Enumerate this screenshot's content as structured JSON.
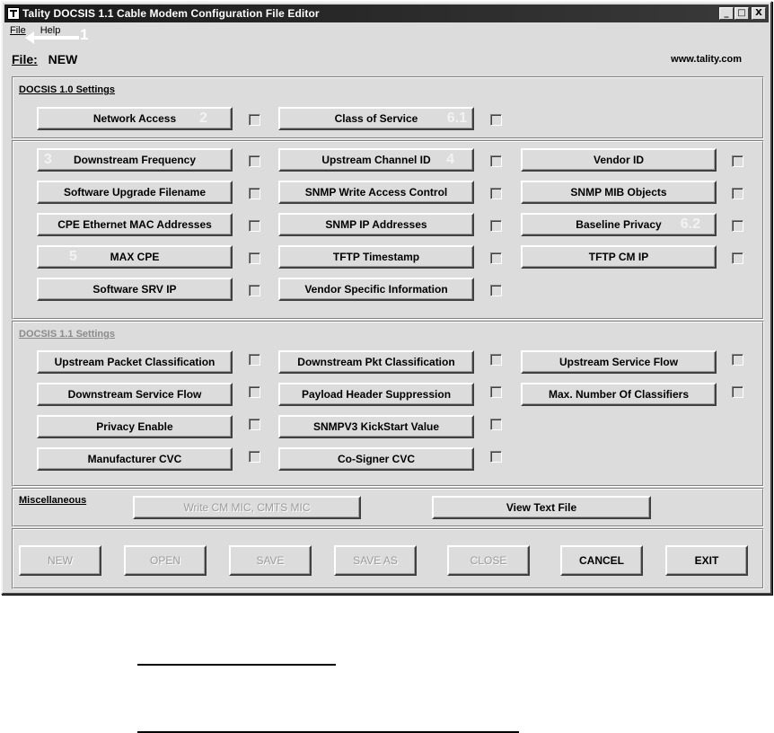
{
  "window": {
    "title": "Tality DOCSIS 1.1 Cable Modem Configuration File Editor",
    "controls": {
      "minimize": "_",
      "maximize": "□",
      "close": "X"
    }
  },
  "menu": [
    "File",
    "Help"
  ],
  "annotations": {
    "menu": "1",
    "network_access": "2",
    "downstream_frequency": "3",
    "upstream_channel_id": "4",
    "max_cpe": "5",
    "class_of_service": "6.1",
    "baseline_privacy": "6.2"
  },
  "file": {
    "label": "File:",
    "name": "NEW"
  },
  "website": "www.tality.com",
  "docsis10": {
    "title": "DOCSIS 1.0 Settings",
    "network_access": "Network Access",
    "class_of_service": "Class of Service"
  },
  "docsis10_params": {
    "col1": [
      "Downstream Frequency",
      "Software Upgrade Filename",
      "CPE Ethernet MAC Addresses",
      "MAX CPE",
      "Software SRV IP"
    ],
    "col2": [
      "Upstream Channel ID",
      "SNMP Write Access Control",
      "SNMP IP Addresses",
      "TFTP Timestamp",
      "Vendor Specific Information"
    ],
    "col3": [
      "Vendor ID",
      "SNMP MIB Objects",
      "Baseline Privacy",
      "TFTP CM IP"
    ]
  },
  "docsis11": {
    "title": "DOCSIS 1.1 Settings",
    "col1": [
      "Upstream Packet Classification",
      "Downstream Service Flow",
      "Privacy Enable",
      "Manufacturer CVC"
    ],
    "col2": [
      "Downstream Pkt Classification",
      "Payload Header Suppression",
      "SNMPV3 KickStart Value",
      "Co-Signer CVC"
    ],
    "col3": [
      "Upstream Service Flow",
      "Max. Number Of Classifiers"
    ]
  },
  "misc": {
    "title": "Miscellaneous",
    "write_mic": "Write CM MIC, CMTS MIC",
    "view_text": "View Text File"
  },
  "actions": [
    "NEW",
    "OPEN",
    "SAVE",
    "SAVE AS",
    "CLOSE",
    "CANCEL",
    "EXIT"
  ]
}
